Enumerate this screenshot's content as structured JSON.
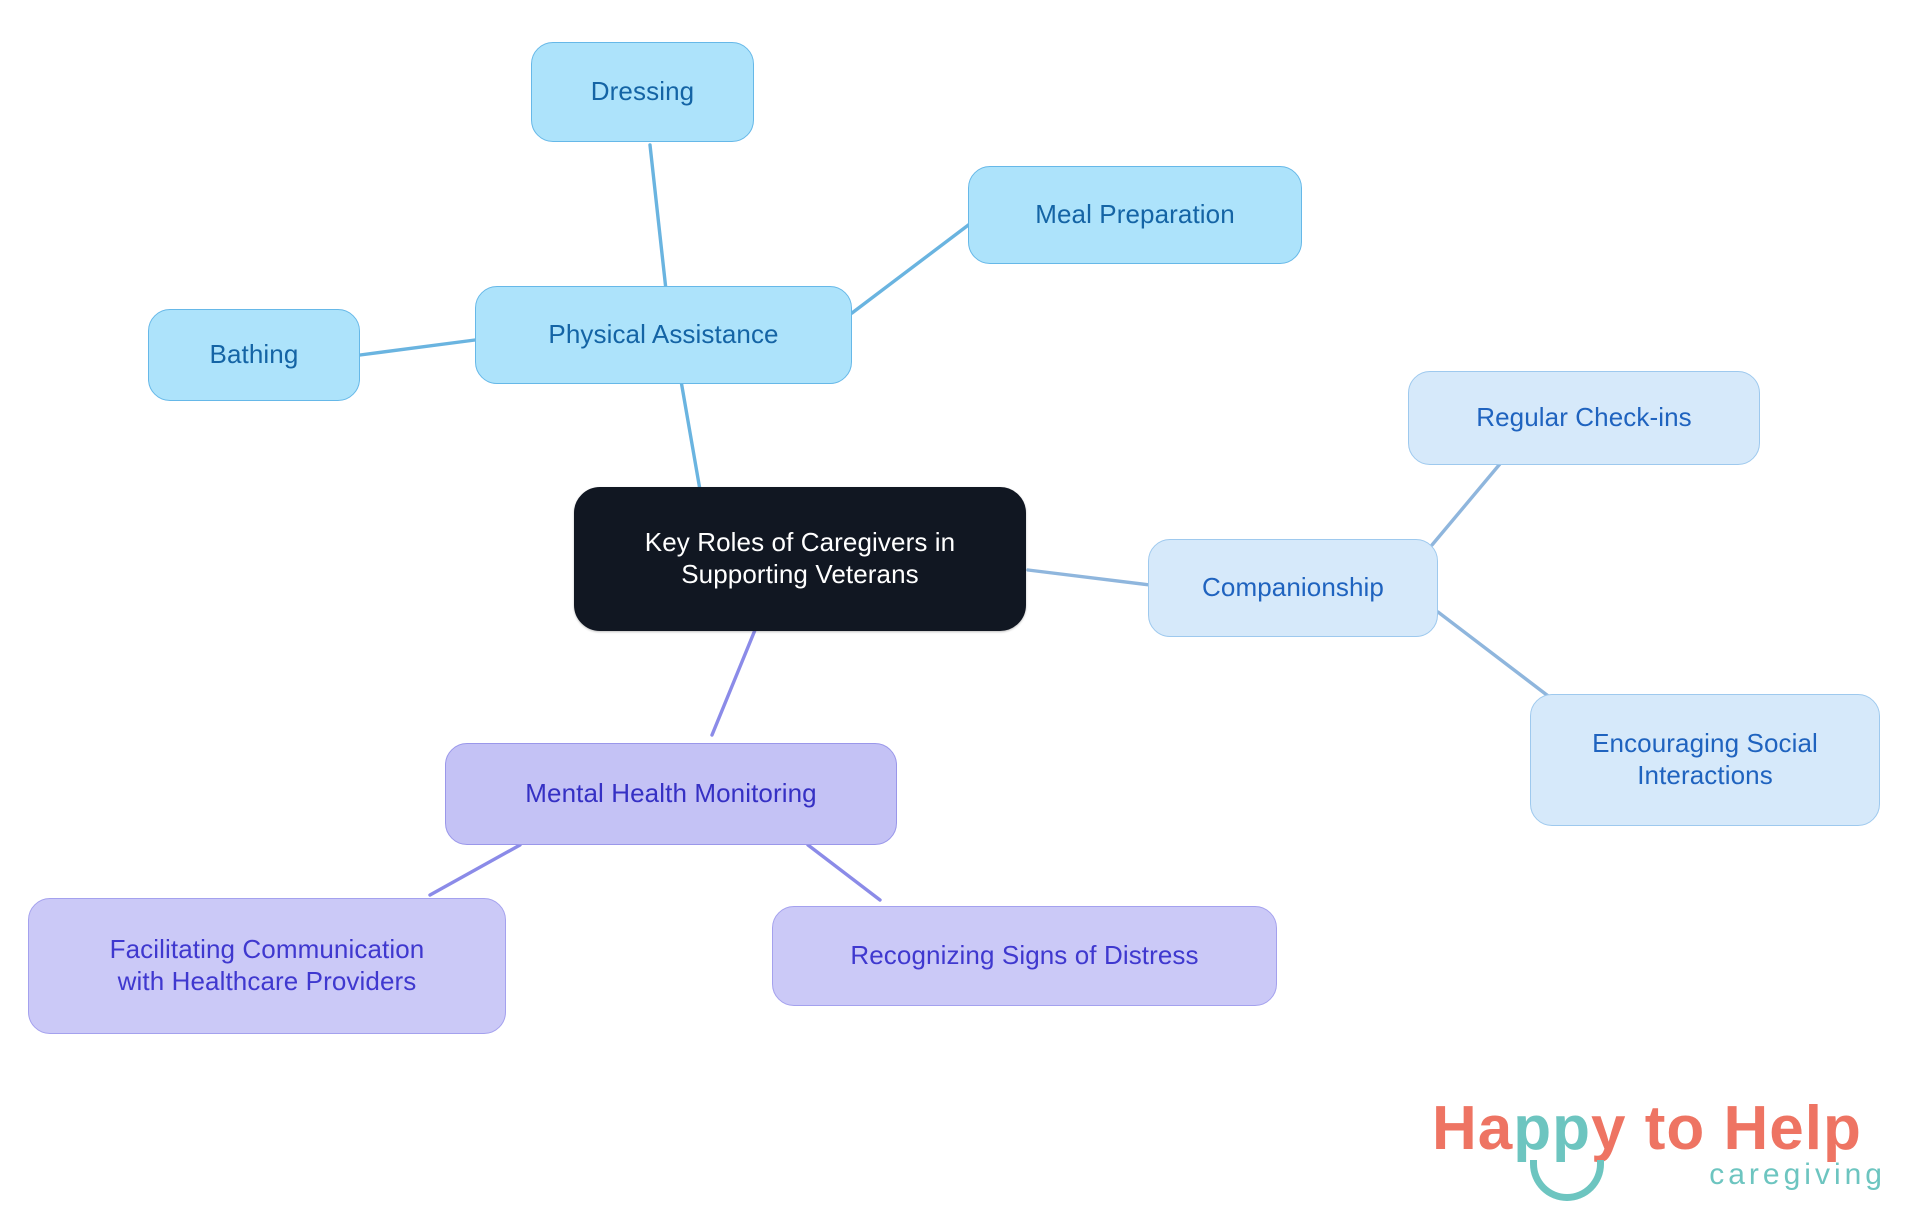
{
  "diagram": {
    "type": "mindmap",
    "root": {
      "id": "root",
      "label": "Key Roles of Caregivers in\nSupporting Veterans",
      "fill": "#111722",
      "text_color": "#ffffff"
    },
    "branches": [
      {
        "id": "physical-assistance",
        "label": "Physical Assistance",
        "fill": "#ade3fb",
        "border": "#66b8e8",
        "text_color": "#1464a5",
        "edge_color": "#6ab4e0",
        "children": [
          {
            "id": "dressing",
            "label": "Dressing"
          },
          {
            "id": "meal-preparation",
            "label": "Meal Preparation"
          },
          {
            "id": "bathing",
            "label": "Bathing"
          }
        ]
      },
      {
        "id": "companionship",
        "label": "Companionship",
        "fill": "#d6e9fa",
        "border": "#9ec9ee",
        "text_color": "#1f63bf",
        "edge_color": "#8fb6dd",
        "children": [
          {
            "id": "regular-check-ins",
            "label": "Regular Check-ins"
          },
          {
            "id": "encouraging-social-interactions",
            "label": "Encouraging Social\nInteractions"
          }
        ]
      },
      {
        "id": "mental-health-monitoring",
        "label": "Mental Health Monitoring",
        "fill": "#c4c2f5",
        "border": "#9a97ea",
        "text_color": "#3530c4",
        "edge_color": "#8b8be8",
        "children": [
          {
            "id": "facilitating-communication",
            "label": "Facilitating Communication\nwith Healthcare Providers"
          },
          {
            "id": "recognizing-signs-of-distress",
            "label": "Recognizing Signs of Distress"
          }
        ]
      }
    ]
  },
  "logo": {
    "word_happy_ha": "Ha",
    "word_happy_pp": "pp",
    "word_happy_y": "y",
    "word_to_help": " to Help",
    "tagline": "caregiving",
    "coral": "#ee7463",
    "teal": "#6dc5c0"
  }
}
